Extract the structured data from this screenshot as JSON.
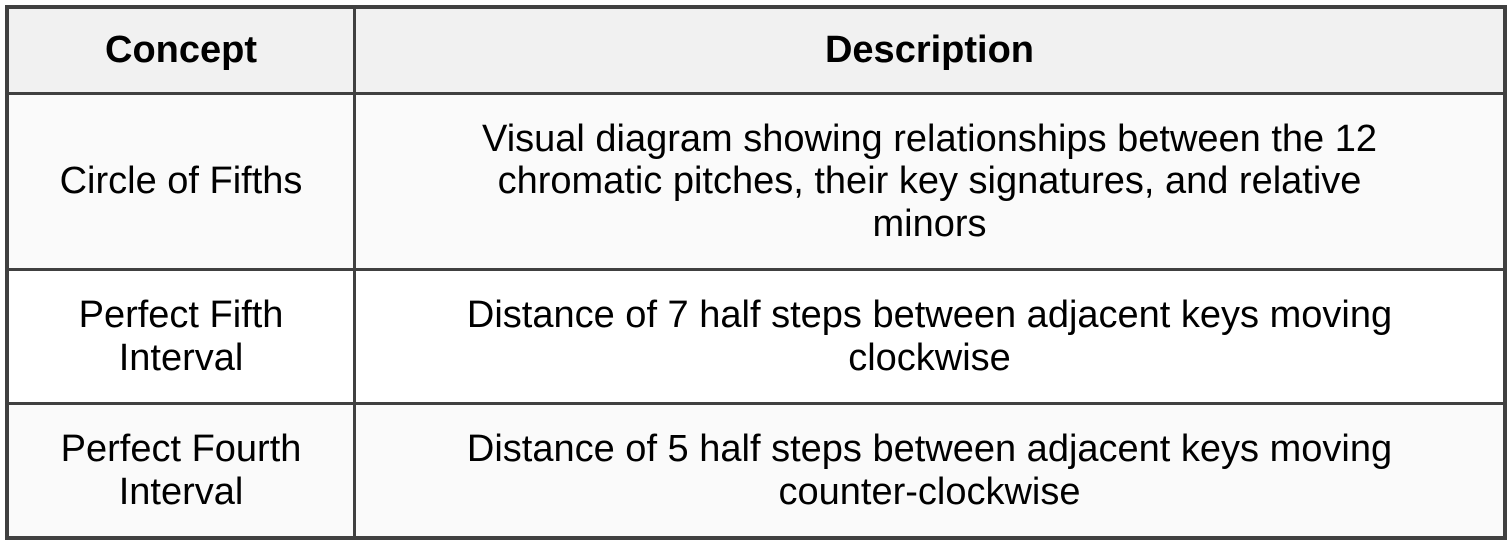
{
  "table": {
    "title": "music-theory-concepts",
    "header": {
      "concept": "Concept",
      "description": "Description"
    },
    "rows": [
      {
        "concept": "Circle of Fifths",
        "description": "Visual diagram showing relationships between the 12\nchromatic pitches, their key signatures, and relative\nminors"
      },
      {
        "concept": "Perfect Fifth\nInterval",
        "description": "Distance of 7 half steps between adjacent keys moving\nclockwise"
      },
      {
        "concept": "Perfect Fourth\nInterval",
        "description": "Distance of 5 half steps between adjacent keys moving\ncounter-clockwise"
      }
    ],
    "colors": {
      "border": "#404040",
      "header_bg": "#f1f1f1",
      "row_odd_bg": "#fafafa",
      "row_even_bg": "#ffffff",
      "text": "#000000"
    }
  },
  "chart_data": {
    "type": "table",
    "columns": [
      "Concept",
      "Description"
    ],
    "cells": [
      [
        "Circle of Fifths",
        "Visual diagram showing relationships between the 12 chromatic pitches, their key signatures, and relative minors"
      ],
      [
        "Perfect Fifth Interval",
        "Distance of 7 half steps between adjacent keys moving clockwise"
      ],
      [
        "Perfect Fourth Interval",
        "Distance of 5 half steps between adjacent keys moving counter-clockwise"
      ]
    ]
  }
}
